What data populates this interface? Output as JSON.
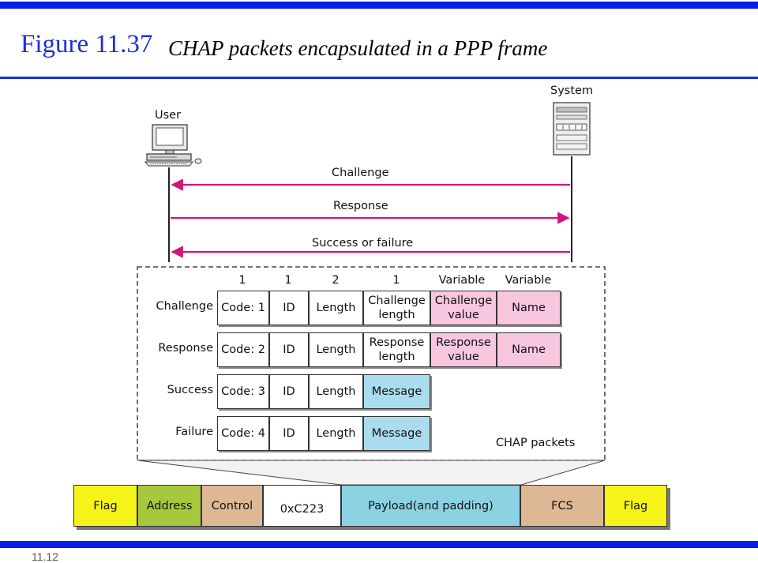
{
  "slide": {
    "figure_number": "Figure 11.37",
    "caption": "CHAP packets encapsulated in a PPP frame",
    "slide_number": "11.12"
  },
  "diagram": {
    "user_label": "User",
    "system_label": "System",
    "messages": [
      {
        "label": "Challenge",
        "direction": "system-to-user"
      },
      {
        "label": "Response",
        "direction": "user-to-system"
      },
      {
        "label": "Success or failure",
        "direction": "system-to-user"
      }
    ],
    "arrow_color": "#d4147a"
  },
  "packets": {
    "group_label": "CHAP packets",
    "field_sizes": [
      "1",
      "1",
      "2",
      "1",
      "Variable",
      "Variable"
    ],
    "rows": [
      {
        "name": "Challenge",
        "code": "Code: 1",
        "id": "ID",
        "length": "Length",
        "f4a": "Challenge",
        "f4b": "length",
        "f5a": "Challenge",
        "f5b": "value",
        "f6": "Name"
      },
      {
        "name": "Response",
        "code": "Code: 2",
        "id": "ID",
        "length": "Length",
        "f4a": "Response",
        "f4b": "length",
        "f5a": "Response",
        "f5b": "value",
        "f6": "Name"
      },
      {
        "name": "Success",
        "code": "Code: 3",
        "id": "ID",
        "length": "Length",
        "message": "Message"
      },
      {
        "name": "Failure",
        "code": "Code: 4",
        "id": "ID",
        "length": "Length",
        "message": "Message"
      }
    ]
  },
  "ppp_frame": {
    "fields": [
      "Flag",
      "Address",
      "Control",
      "0xC223",
      "Payload",
      "(and padding)",
      "FCS",
      "Flag"
    ]
  },
  "colors": {
    "title_blue": "#1a2fd6",
    "pink": "#f9c6e0",
    "cyan": "#a9dcee",
    "flag_yellow": "#f5f318",
    "address_green": "#a7c83c",
    "control_tan": "#deb894",
    "payload_blue": "#8cd2e3"
  }
}
